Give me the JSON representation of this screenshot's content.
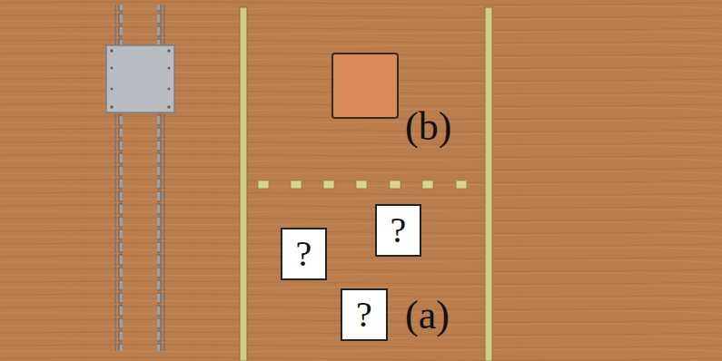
{
  "diagram": {
    "nodes": [
      {
        "text": [
          "?"
        ]
      },
      {
        "text": [
          "?"
        ]
      },
      {
        "text": [
          "?"
        ]
      }
    ],
    "labels": [
      "(b)",
      "(a)"
    ]
  }
}
